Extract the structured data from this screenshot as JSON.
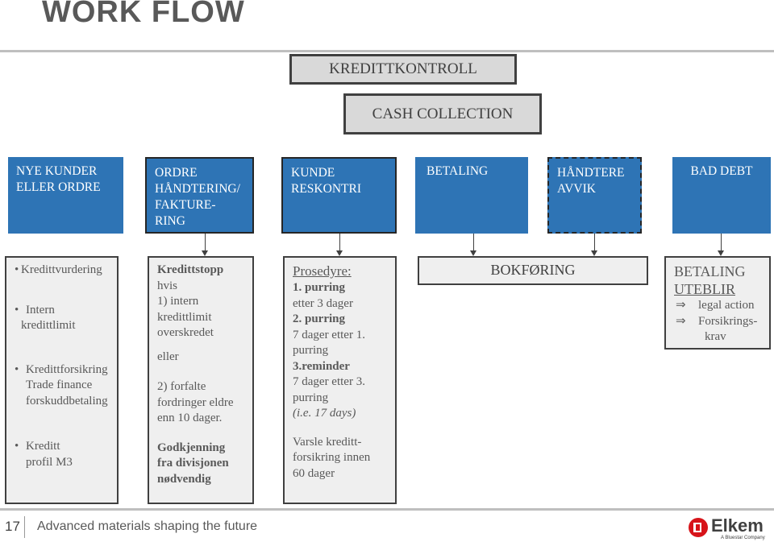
{
  "title": "WORK FLOW",
  "kredittkontroll": "KREDITTKONTROLL",
  "cash_collection": "CASH COLLECTION",
  "phases": [
    {
      "lines": [
        "NYE KUNDER",
        "ELLER ORDRE"
      ]
    },
    {
      "lines": [
        "ORDRE",
        "HÅNDTERING/",
        "FAKTURE-",
        "RING"
      ]
    },
    {
      "lines": [
        "KUNDE",
        "RESKONTRI"
      ]
    },
    {
      "lines": [
        "BETALING"
      ]
    },
    {
      "lines": [
        "HÅNDTERE",
        "AVVIK"
      ]
    },
    {
      "lines": [
        "BAD DEBT"
      ]
    }
  ],
  "col1": {
    "b1": "Kredittvurdering",
    "b2a": "Intern",
    "b2b": "kredittlimit",
    "b3a": "Kredittforsikring",
    "b3b": "Trade finance",
    "b3c": "forskuddbetaling",
    "b4a": "Kreditt",
    "b4b": "profil M3"
  },
  "col2": {
    "l1": "Kredittstopp",
    "l2": "hvis",
    "l3": "1) intern",
    "l4": "kredittlimit",
    "l5": "overskredet",
    "l6": "eller",
    "l7": "2) forfalte",
    "l8": "fordringer eldre",
    "l9": "enn 10 dager.",
    "l10": "Godkjenning",
    "l11": "fra divisjonen",
    "l12": "nødvendig"
  },
  "col3": {
    "heading": "Prosedyre:",
    "l1": "1. purring",
    "l2": "etter 3 dager",
    "l3": "2. purring",
    "l4": "7 dager etter 1.",
    "l5": "purring",
    "l6": "3.reminder",
    "l7": "7 dager etter 3.",
    "l8": "purring",
    "l9": "(i.e. 17 days)",
    "l10": "Varsle kreditt-",
    "l11": "forsikring innen",
    "l12": "60 dager"
  },
  "bokforing": "BOKFØRING",
  "betaling_uteblir": {
    "l1": "BETALING",
    "l2": "UTEBLIR",
    "i1": "legal action",
    "i2a": "Forsikrings-",
    "i2b": "krav"
  },
  "footer": {
    "page": "17",
    "tagline": "Advanced materials shaping the future",
    "logo_name": "Elkem",
    "logo_sub": "A Bluestar Company"
  },
  "colors": {
    "phase_blue": "#2e74b5",
    "box_grey": "#d9d9d9",
    "detail_bg": "#efefef",
    "logo_red": "#d7141a"
  }
}
